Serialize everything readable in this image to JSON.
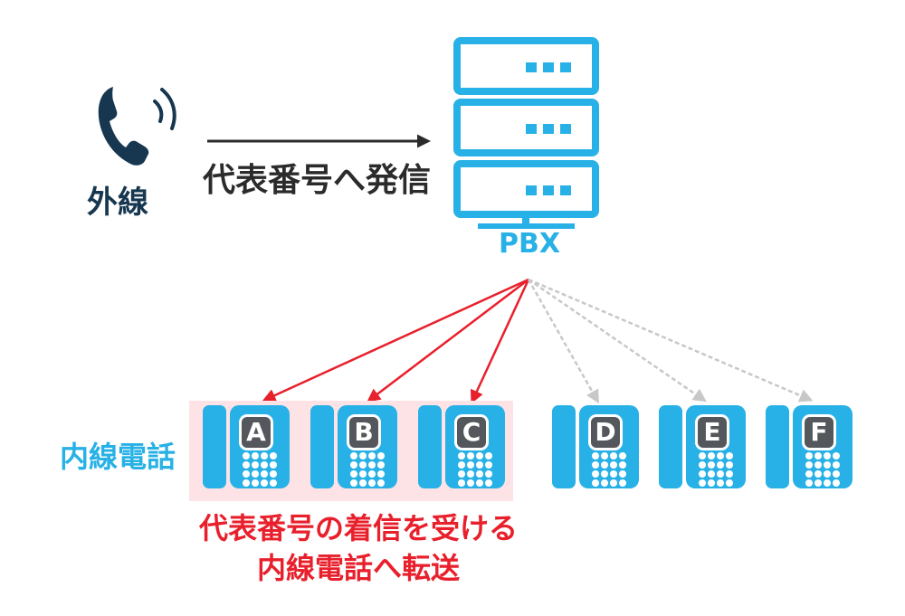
{
  "outside_line": {
    "label": "外線",
    "icon": "phone-receiver-icon"
  },
  "call": {
    "label": "代表番号へ発信"
  },
  "pbx": {
    "label": "PBX",
    "icon": "server-rack-icon"
  },
  "extensions": {
    "label": "内線電話",
    "phones": [
      {
        "id": "A",
        "receives": true
      },
      {
        "id": "B",
        "receives": true
      },
      {
        "id": "C",
        "receives": true
      },
      {
        "id": "D",
        "receives": false
      },
      {
        "id": "E",
        "receives": false
      },
      {
        "id": "F",
        "receives": false
      }
    ]
  },
  "note": {
    "line1": "代表番号の着信を受ける",
    "line2": "内線電話へ転送"
  },
  "colors": {
    "primary": "#28b1e6",
    "dark": "#16374f",
    "text": "#2b2b2b",
    "highlight": "#e8202c",
    "inactive": "#c8c8c8",
    "highlight_bg": "#fde3e6",
    "letter_bg": "#54575b"
  }
}
